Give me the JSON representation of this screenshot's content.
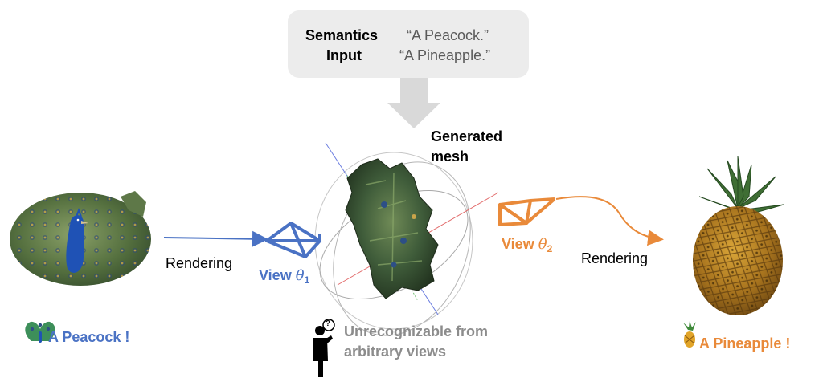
{
  "semantics": {
    "label_line1": "Semantics",
    "label_line2": "Input",
    "prompt_1": "“A Peacock.”",
    "prompt_2": "“A Pineapple.”"
  },
  "mesh": {
    "label_line1": "Generated",
    "label_line2": "mesh"
  },
  "left": {
    "rendering_label": "Rendering",
    "view_label": "View",
    "view_symbol": "θ",
    "view_subscript": "1",
    "result_label": "A Peacock !"
  },
  "right": {
    "rendering_label": "Rendering",
    "view_label": "View",
    "view_symbol": "θ",
    "view_subscript": "2",
    "result_label": "A Pineapple !"
  },
  "center_note": {
    "line1": "Unrecognizable from",
    "line2": "arbitrary views",
    "bubble_symbol": "?"
  },
  "colors": {
    "blue": "#4a72c4",
    "orange": "#e98a3a",
    "gray_text": "#8c8c8c",
    "box": "#ececec",
    "arrow_gray": "#d9d9d9"
  }
}
